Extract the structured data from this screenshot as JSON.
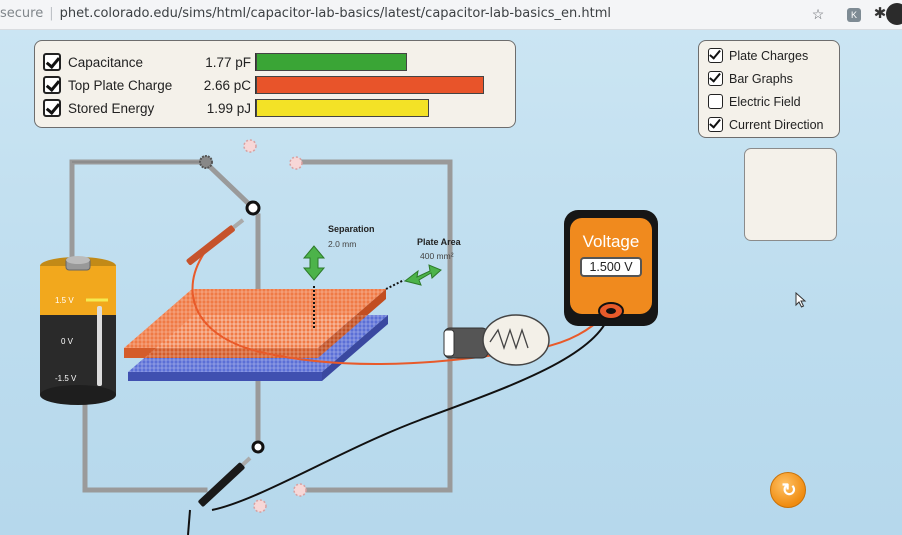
{
  "browser": {
    "security_text": "secure",
    "url": "phet.colorado.edu/sims/html/capacitor-lab-basics/latest/capacitor-lab-basics_en.html",
    "star_icon": "star-icon",
    "extension_label": "K"
  },
  "meters": [
    {
      "label": "Capacitance",
      "value": "1.77 pF",
      "checked": true,
      "color": "#3aa536",
      "fraction": 0.63
    },
    {
      "label": "Top Plate Charge",
      "value": "2.66 pC",
      "checked": true,
      "color": "#e8542a",
      "fraction": 0.95
    },
    {
      "label": "Stored Energy",
      "value": "1.99 pJ",
      "checked": true,
      "color": "#f3e226",
      "fraction": 0.72
    }
  ],
  "controls": [
    {
      "label": "Plate Charges",
      "checked": true
    },
    {
      "label": "Bar Graphs",
      "checked": true
    },
    {
      "label": "Electric Field",
      "checked": false
    },
    {
      "label": "Current Direction",
      "checked": true
    }
  ],
  "capacitor": {
    "separation_label": "Separation",
    "separation_value": "2.0 mm",
    "plate_area_label": "Plate Area",
    "plate_area_value": "400 mm²"
  },
  "battery": {
    "top_label": "1.5 V",
    "mid_label": "0 V",
    "bottom_label": "-1.5 V",
    "body_color": "#2a2a2a",
    "cap_color": "#f2a81d"
  },
  "voltmeter": {
    "title": "Voltage",
    "reading": "1.500 V",
    "accent": "#f08a1e"
  },
  "reset_icon": "reset-icon",
  "cursor_icon": "pointer-cursor-icon"
}
